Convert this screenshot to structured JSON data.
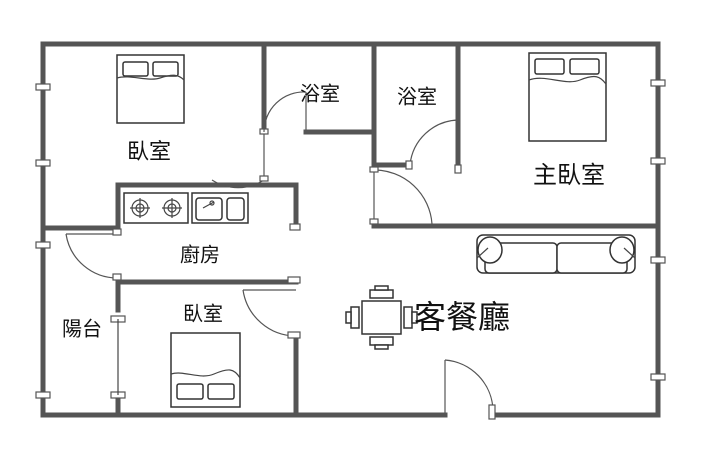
{
  "rooms": {
    "bedroom_top": "臥室",
    "bath_left": "浴室",
    "bath_right": "浴室",
    "master_bedroom": "主臥室",
    "kitchen": "廚房",
    "balcony": "陽台",
    "bedroom_bottom": "臥室",
    "living_dining": "客餐廳"
  },
  "colors": {
    "wall": "#555555",
    "line": "#333333",
    "background": "#ffffff"
  }
}
